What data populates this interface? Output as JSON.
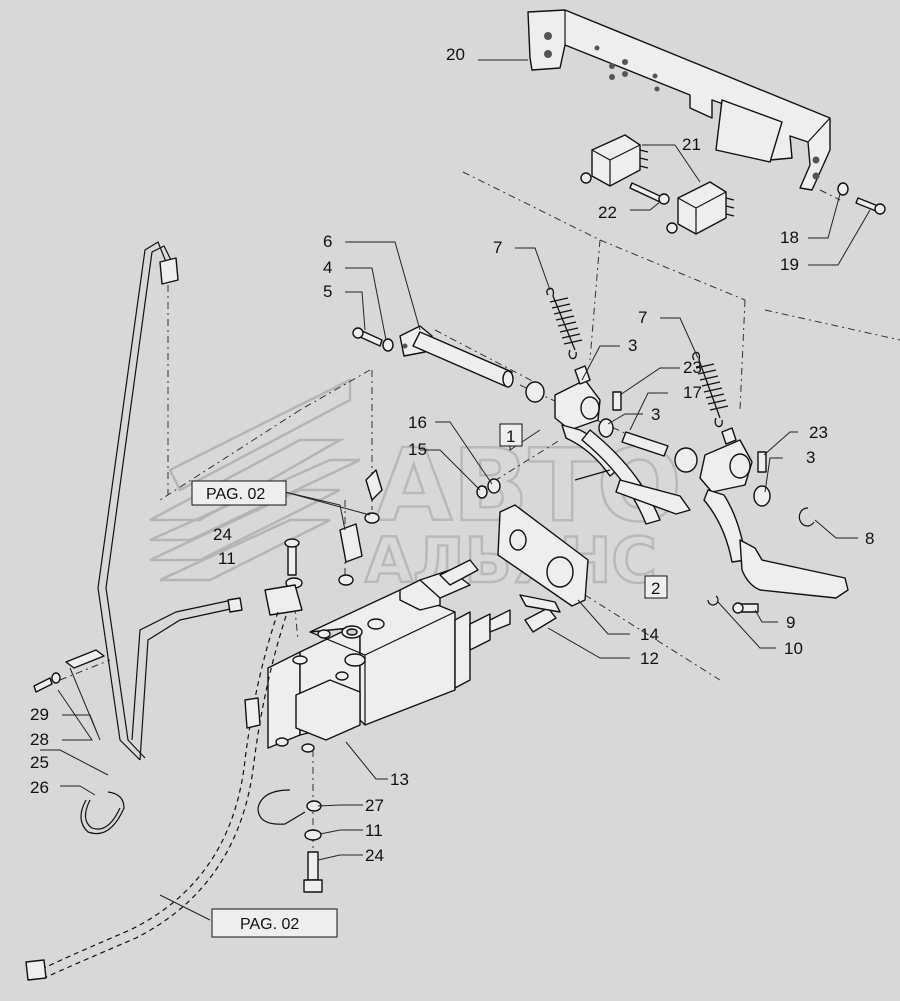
{
  "callouts": {
    "c1": "1",
    "c2": "2",
    "c3a": "3",
    "c3b": "3",
    "c3c": "3",
    "c4": "4",
    "c5": "5",
    "c6": "6",
    "c7a": "7",
    "c7b": "7",
    "c8": "8",
    "c9": "9",
    "c10": "10",
    "c11a": "11",
    "c11b": "11",
    "c12": "12",
    "c13": "13",
    "c14": "14",
    "c15": "15",
    "c16": "16",
    "c17": "17",
    "c18": "18",
    "c19": "19",
    "c20": "20",
    "c21": "21",
    "c22": "22",
    "c23a": "23",
    "c23b": "23",
    "c24a": "24",
    "c24b": "24",
    "c25": "25",
    "c26": "26",
    "c27": "27",
    "c28": "28",
    "c29": "29"
  },
  "page_refs": {
    "top": "PAG. 02",
    "bottom": "PAG. 02"
  },
  "watermark": {
    "line1": "АВТО",
    "line2": "АЛЬЯНС"
  }
}
